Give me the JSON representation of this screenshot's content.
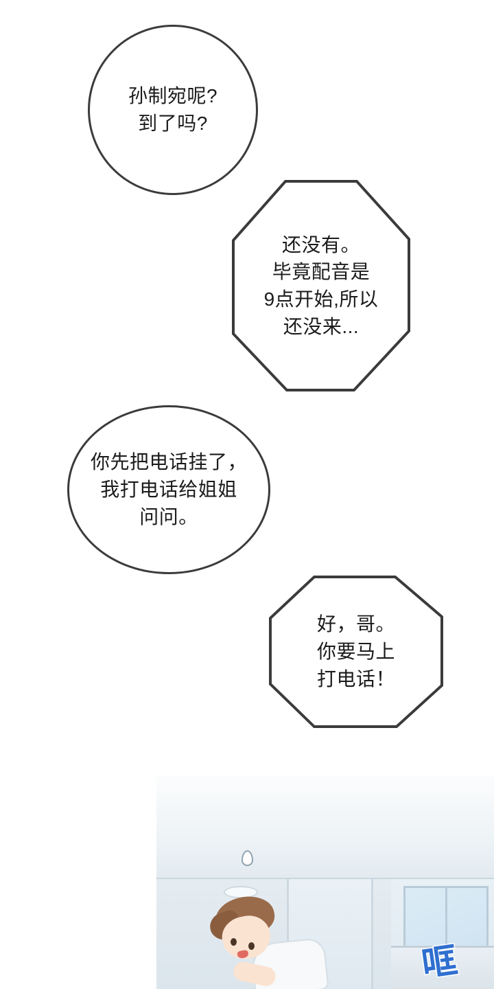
{
  "comic": {
    "language": "zh-CN",
    "page_background": "#ffffff",
    "bubble_border_color": "#3b3b3b",
    "bubbles": [
      {
        "id": "bubble-1",
        "shape": "circle",
        "speaker_order": 1,
        "text": "孙制宛呢?\n到了吗?"
      },
      {
        "id": "bubble-2",
        "shape": "octagon",
        "speaker_order": 2,
        "text": "还没有。\n毕竟配音是\n9点开始,所以\n还没来..."
      },
      {
        "id": "bubble-3",
        "shape": "circle",
        "speaker_order": 3,
        "text": "你先把电话挂了，\n我打电话给姐姐\n问问。"
      },
      {
        "id": "bubble-4",
        "shape": "octagon",
        "speaker_order": 4,
        "text": "好，哥。\n你要马上\n打电话！"
      }
    ],
    "panel": {
      "name": "bottom-artwork-panel",
      "description_caption": "",
      "sfx_text": "哐",
      "sfx_color": "#2f6fd0"
    }
  }
}
